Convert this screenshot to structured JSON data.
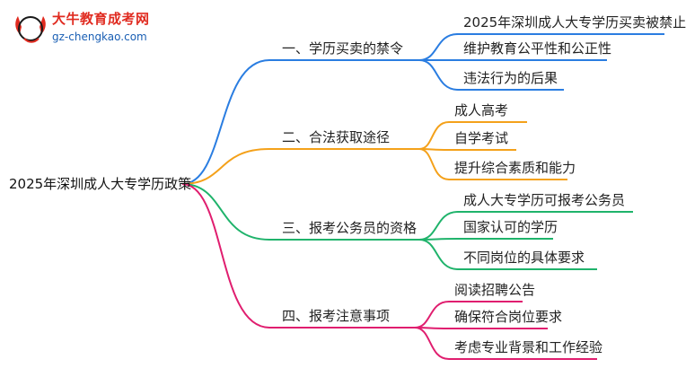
{
  "logo": {
    "brand": "大牛教育成考网",
    "url": "gz-chengkao.com",
    "emblem_text": "大牛"
  },
  "colors": {
    "branch1": "#2a7de1",
    "branch2": "#f4a11a",
    "branch3": "#1fb36b",
    "branch4": "#e01e6f"
  },
  "mindmap": {
    "root": "2025年深圳成人大专学历政策",
    "branches": [
      {
        "label": "一、学历买卖的禁令",
        "children": [
          "2025年深圳成人大专学历买卖被禁止",
          "维护教育公平性和公正性",
          "违法行为的后果"
        ]
      },
      {
        "label": "二、合法获取途径",
        "children": [
          "成人高考",
          "自学考试",
          "提升综合素质和能力"
        ]
      },
      {
        "label": "三、报考公务员的资格",
        "children": [
          "成人大专学历可报考公务员",
          "国家认可的学历",
          "不同岗位的具体要求"
        ]
      },
      {
        "label": "四、报考注意事项",
        "children": [
          "阅读招聘公告",
          "确保符合岗位要求",
          "考虑专业背景和工作经验"
        ]
      }
    ]
  }
}
